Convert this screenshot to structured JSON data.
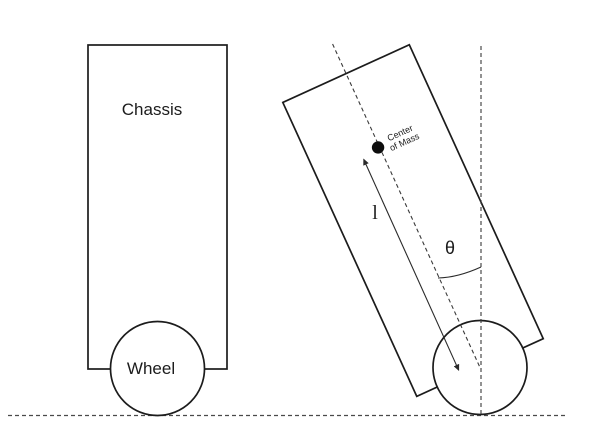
{
  "diagram": {
    "title_hint": "two-wheeled inverted pendulum robot diagram",
    "left_figure": {
      "chassis_label": "Chassis",
      "wheel_label": "Wheel"
    },
    "right_figure": {
      "center_of_mass_line1": "Center",
      "center_of_mass_line2": "of Mass",
      "length_label": "l",
      "angle_label": "θ"
    },
    "colors": {
      "background": "#ffffff",
      "outline": "#1c1c1c",
      "dashed_reference": "#3a3a3a",
      "ground": "#4a4a4a",
      "center_of_mass_dot": "#0e0e0e"
    }
  }
}
